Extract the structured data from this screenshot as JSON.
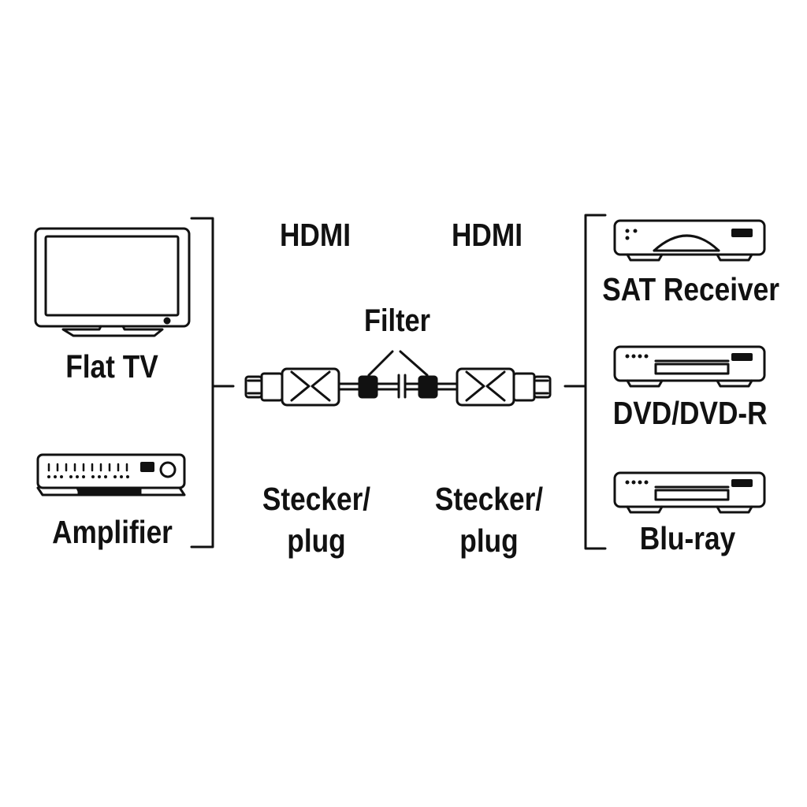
{
  "left_devices": [
    {
      "label": "Flat TV",
      "icon": "flat-tv-icon"
    },
    {
      "label": "Amplifier",
      "icon": "amplifier-icon"
    }
  ],
  "right_devices": [
    {
      "label": "SAT Receiver",
      "icon": "sat-receiver-icon"
    },
    {
      "label": "DVD/DVD-R",
      "icon": "dvd-player-icon"
    },
    {
      "label": "Blu-ray",
      "icon": "bluray-player-icon"
    }
  ],
  "cable": {
    "left_connector": {
      "type": "HDMI",
      "plug_line1": "Stecker/",
      "plug_line2": "plug"
    },
    "right_connector": {
      "type": "HDMI",
      "plug_line1": "Stecker/",
      "plug_line2": "plug"
    },
    "filter_label": "Filter"
  },
  "colors": {
    "line": "#111111",
    "background": "#ffffff"
  }
}
